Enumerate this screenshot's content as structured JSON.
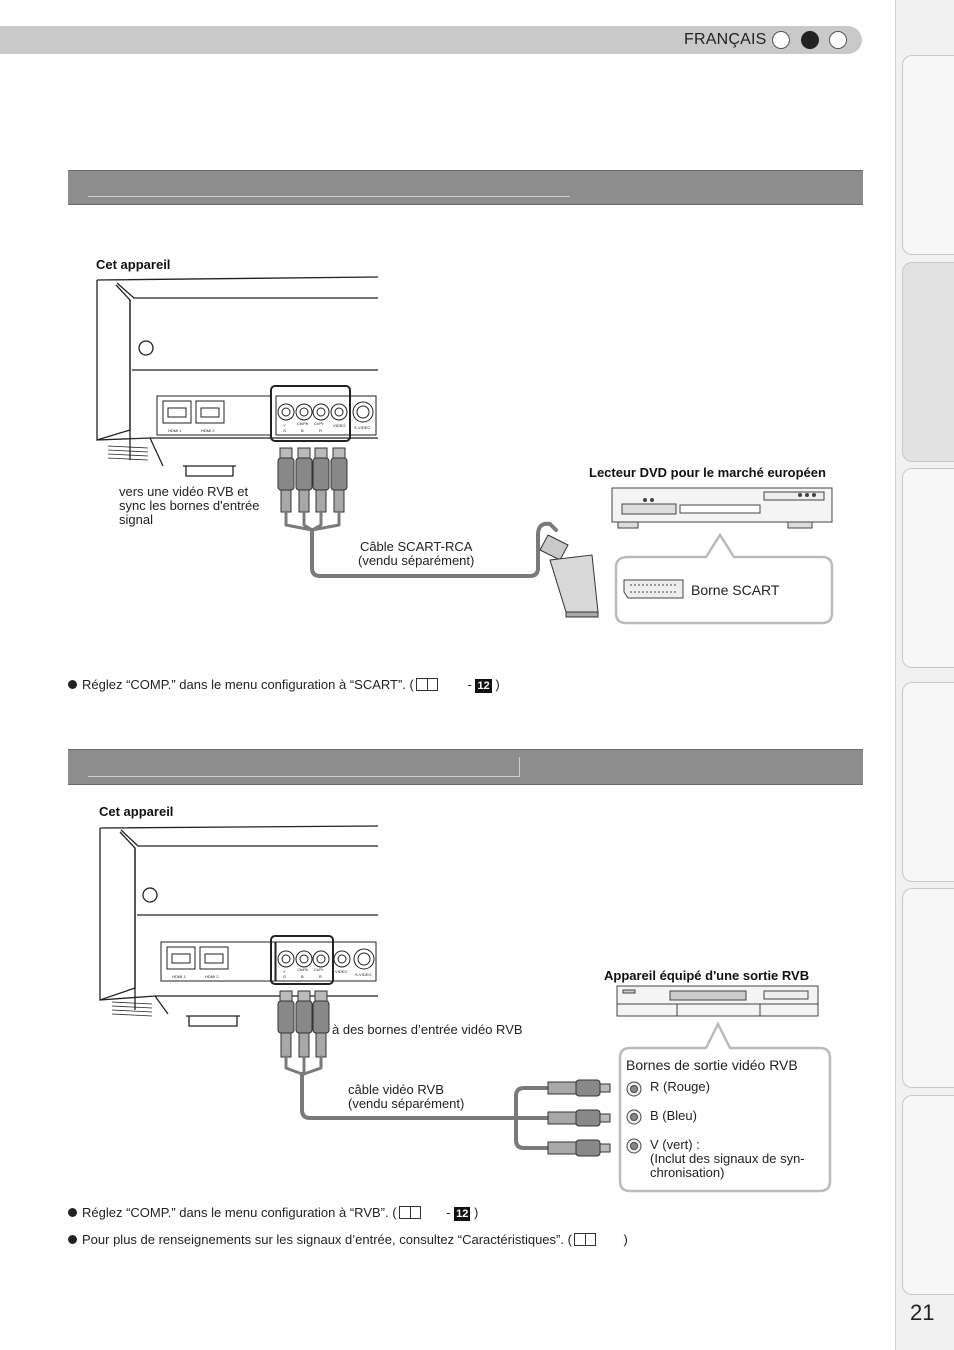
{
  "header": {
    "language": "FRANÇAIS"
  },
  "section1": {
    "device_label": "Cet appareil",
    "input_label": "vers une vidéo RVB et\nsync les bornes d'entrée\nsignal",
    "cable_label": "Câble SCART-RCA\n(vendu séparément)",
    "source_label": "Lecteur DVD pour le marché européen",
    "terminal_label": "Borne SCART",
    "note": "Réglez “COMP.” dans le menu configuration à “SCART”. (",
    "note_dash": "-",
    "note_page": "12",
    "note_end": ")"
  },
  "section2": {
    "device_label": "Cet appareil",
    "input_label": "à des bornes d’entrée vidéo RVB",
    "cable_label": "câble vidéo RVB\n(vendu séparément)",
    "source_label": "Appareil équipé d'une sortie RVB",
    "terminal_title": "Bornes de sortie vidéo RVB",
    "terminals": [
      {
        "label": "R (Rouge)"
      },
      {
        "label": "B (Bleu)"
      },
      {
        "label": "V (vert) :\n(Inclut des signaux de syn-\nchronisation)"
      }
    ],
    "note1": "Réglez “COMP.” dans le menu configuration à “RVB”. (",
    "note1_dash": "-",
    "note1_page": "12",
    "note1_end": ")",
    "note2": "Pour plus de renseignements sur les signaux d’entrée, consultez “Caractéristiques”. (",
    "note2_end": ")"
  },
  "panel_labels": {
    "hdmi1": "HDMI 1",
    "hdmi2": "HDMI 2",
    "y": "Y",
    "pb": "Cb/Pb",
    "pr": "Cr/Pr",
    "video": "VIDEO",
    "svideo": "S-VIDEO",
    "g": "G",
    "b": "B",
    "r": "R"
  },
  "page": {
    "number": "21"
  }
}
